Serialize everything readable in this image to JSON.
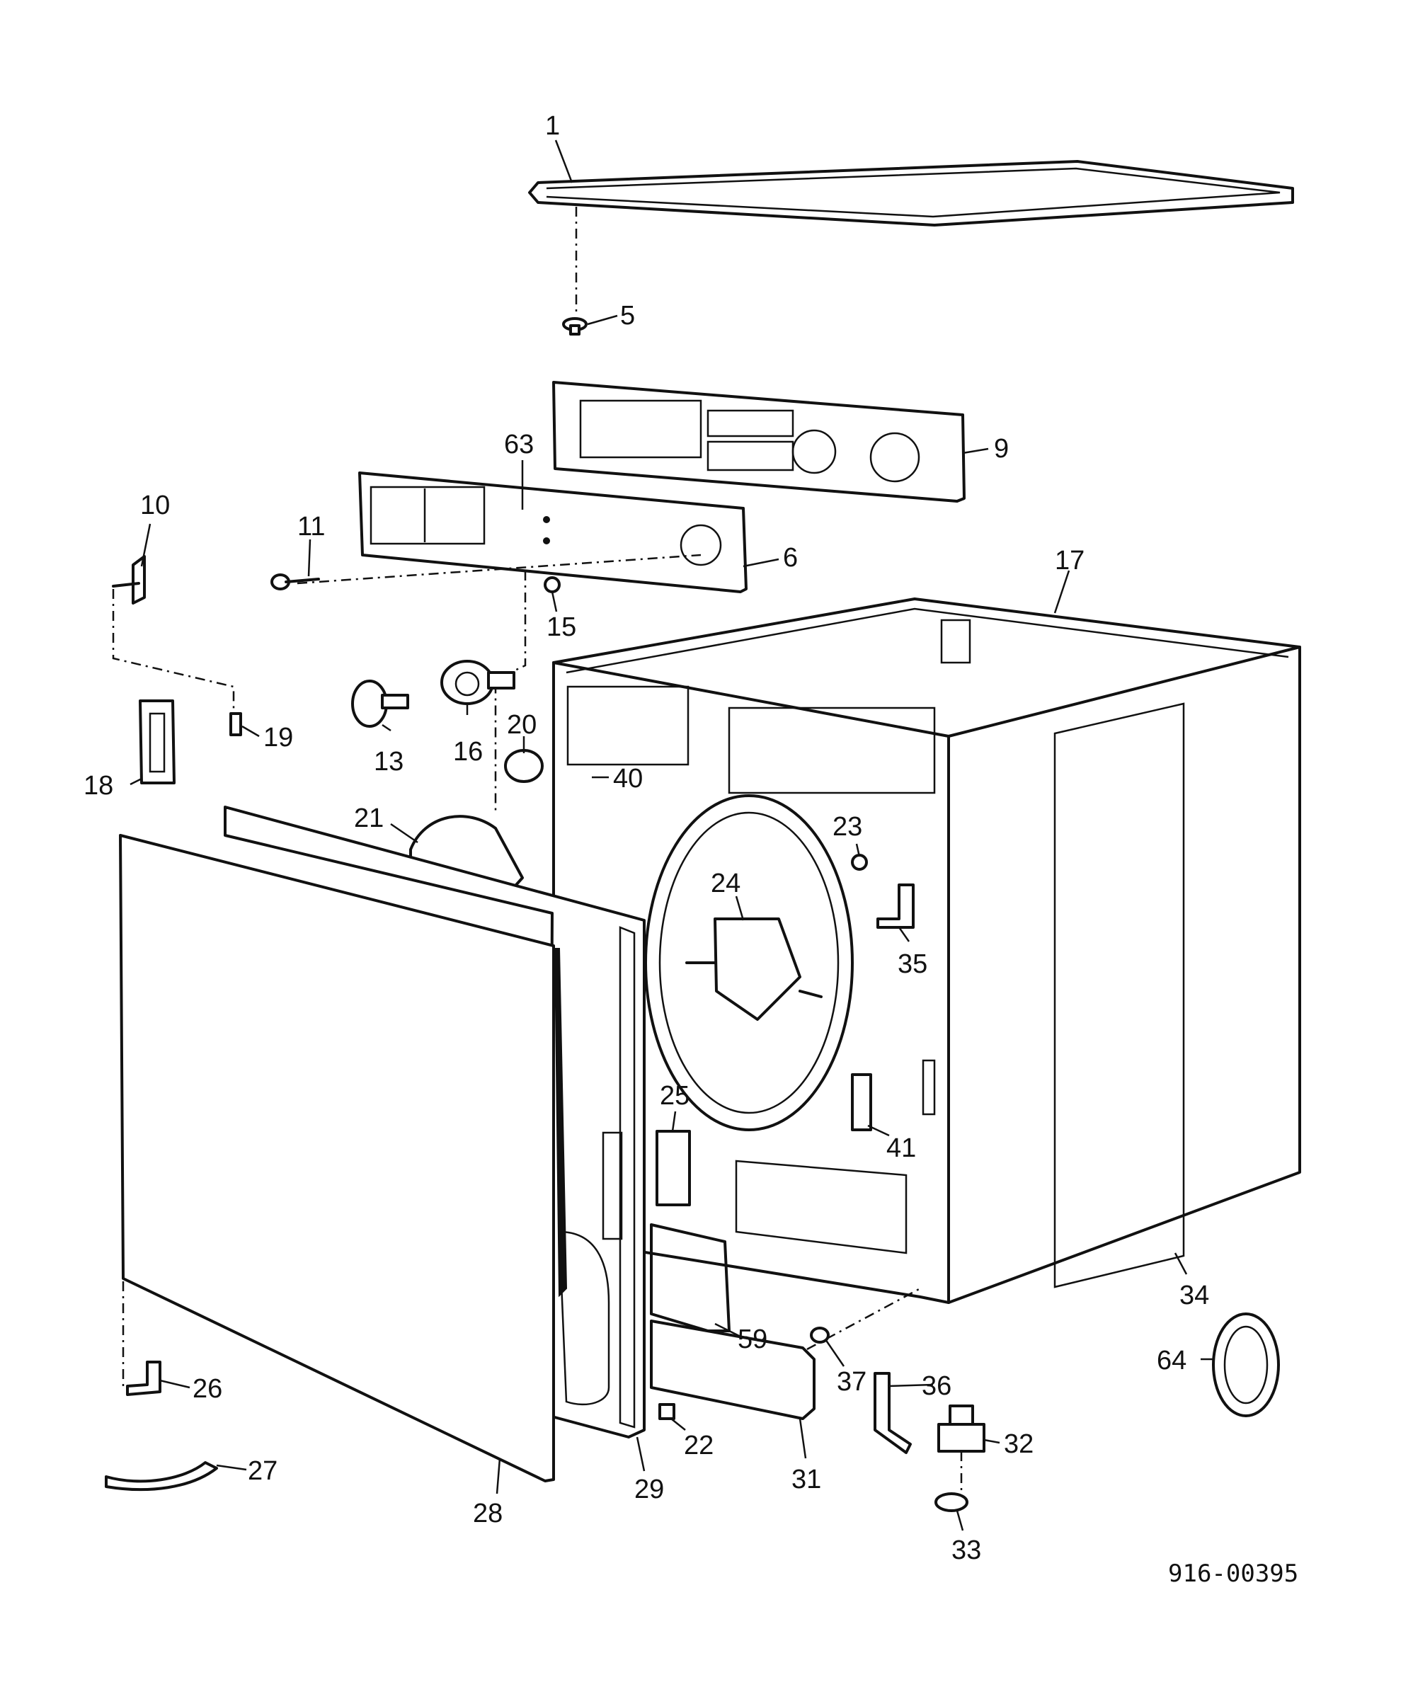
{
  "diagram": {
    "code": "916-00395",
    "callouts": [
      "1",
      "5",
      "9",
      "63",
      "6",
      "10",
      "11",
      "17",
      "15",
      "13",
      "16",
      "19",
      "20",
      "18",
      "40",
      "21",
      "23",
      "24",
      "35",
      "25",
      "41",
      "34",
      "64",
      "59",
      "37",
      "36",
      "32",
      "26",
      "22",
      "31",
      "27",
      "28",
      "29",
      "33"
    ]
  },
  "colors": {
    "ink": "#111111",
    "paper": "#ffffff"
  }
}
